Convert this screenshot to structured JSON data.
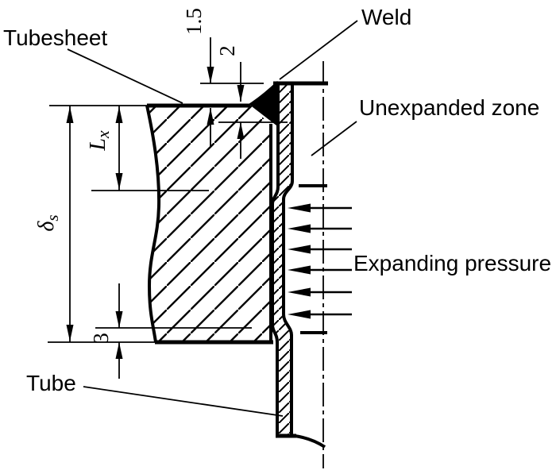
{
  "labels": {
    "tubesheet": "Tubesheet",
    "weld": "Weld",
    "unexpanded_zone": "Unexpanded zone",
    "expanding_pressure": "Expanding pressure",
    "tube": "Tube"
  },
  "dimensions": {
    "tube_protrusion": "1.5",
    "weld_groove_depth": "2",
    "expansion_length_main": "L",
    "expansion_length_sub": "x",
    "tubesheet_thickness_main": "δ",
    "tubesheet_thickness_sub": "s",
    "unexpanded_bottom_margin": "3"
  },
  "pressure": {
    "arrow_count": 6
  },
  "style": {
    "line_color": "#000000",
    "background": "#ffffff"
  }
}
